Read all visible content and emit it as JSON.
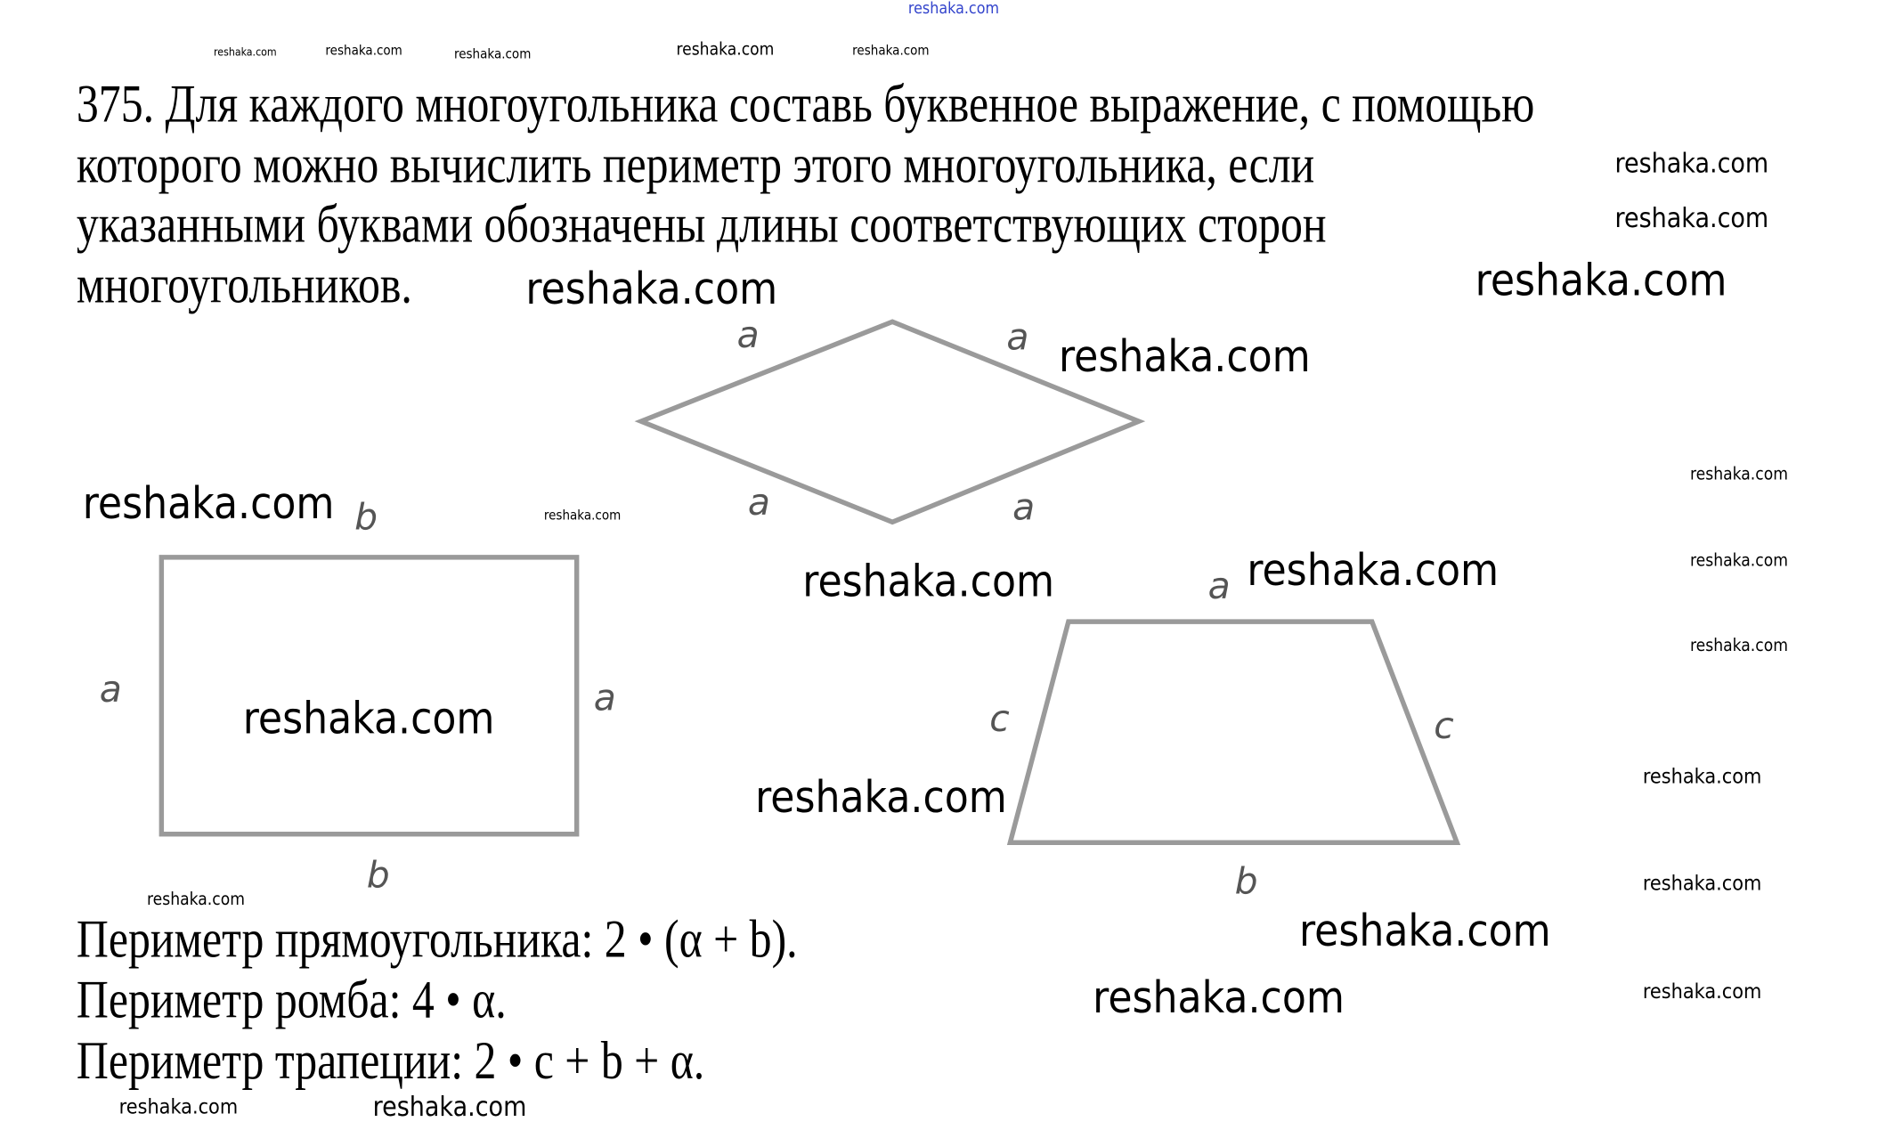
{
  "problem": {
    "lines": [
      "375. Для каждого многоугольника составь буквенное выражение, с помощью",
      "которого можно вычислить периметр этого многоугольника, если",
      "указанными буквами обозначены длины соответствующих сторон",
      "многоугольников."
    ]
  },
  "figures": {
    "rhombus": {
      "labels": [
        "a",
        "a",
        "a",
        "a"
      ]
    },
    "rectangle": {
      "labels": [
        "b",
        "a",
        "a",
        "b"
      ]
    },
    "trapezoid": {
      "labels": [
        "a",
        "c",
        "c",
        "b"
      ]
    }
  },
  "answers": [
    "Периметр прямоугольника: 2 • (α + b).",
    "Периметр ромба: 4 • α.",
    "Периметр трапеции: 2 • c + b + α."
  ],
  "watermark": "reshaka.com"
}
